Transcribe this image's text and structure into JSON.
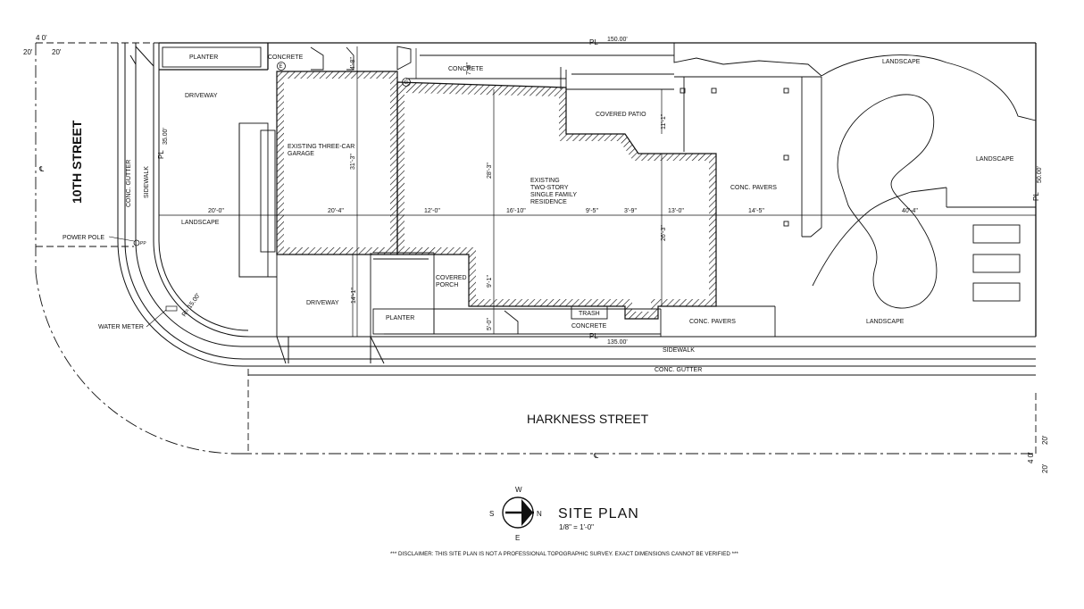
{
  "plan": {
    "title": "SITE PLAN",
    "scale": "1/8\" = 1'-0\"",
    "disclaimer": "*** DISCLAIMER: THIS SITE PLAN IS NOT A PROFESSIONAL TOPOGRAPHIC SURVEY. EXACT DIMENSIONS CANNOT BE VERIFIED ***"
  },
  "compass": {
    "north": "N",
    "south": "S",
    "east": "E",
    "west": "W"
  },
  "streets": {
    "side": "10TH STREET",
    "front": "HARKNESS STREET"
  },
  "right_of_way": {
    "tl_4": "4 0'",
    "tl_20a": "20'",
    "tl_20b": "20'",
    "br_4": "4 0'",
    "br_20a": "20'",
    "br_20b": "20'"
  },
  "property_lines": {
    "top_pl": "PL",
    "top_len": "150.00'",
    "bottom_pl": "PL",
    "bottom_len": "135.00'",
    "left_pl": "PL",
    "left_len": "35.00'",
    "right_pl": "PL",
    "right_len": "50.00'"
  },
  "labels": {
    "planter_top": "PLANTER",
    "concrete_top_left": "CONCRETE",
    "concrete_top": "CONCRETE",
    "landscape_top_right": "LANDSCAPE",
    "driveway_top": "DRIVEWAY",
    "garage": [
      "EXISTING THREE-CAR",
      "GARAGE"
    ],
    "residence": [
      "EXISTING",
      "TWO-STORY",
      "SINGLE FAMILY",
      "RESIDENCE"
    ],
    "covered_patio": "COVERED PATIO",
    "conc_pavers_right": "CONC. PAVERS",
    "landscape_right": "LANDSCAPE",
    "landscape_left": "LANDSCAPE",
    "sidewalk_left": "SIDEWALK",
    "conc_gutter_left": "CONC. GUTTER",
    "power_pole": "POWER POLE",
    "water_meter": "WATER METER",
    "radius": "R= 15.00'",
    "driveway_bottom": "DRIVEWAY",
    "planter_bottom": "PLANTER",
    "covered_porch": [
      "COVERED",
      "PORCH"
    ],
    "trash": "TRASH",
    "concrete_bottom": "CONCRETE",
    "conc_pavers_bottom": "CONC. PAVERS",
    "landscape_bottom": "LANDSCAPE",
    "sidewalk_bottom": "SIDEWALK",
    "conc_gutter_bottom": "CONC. GUTTER",
    "meter_e": "E",
    "meter_g": "G",
    "pp": "PP"
  },
  "dimensions": {
    "d_20_0": "20'-0\"",
    "d_20_4": "20'-4\"",
    "d_12_0": "12'-0\"",
    "d_16_10": "16'-10\"",
    "d_9_5": "9'-5\"",
    "d_3_9": "3'-9\"",
    "d_13_0": "13'-0\"",
    "d_14_5": "14'-5\"",
    "d_40_4": "40'-4\"",
    "v_4_8": "4'-8\"",
    "v_7_8": "7'-8\"",
    "v_31_3": "31'-3\"",
    "v_28_3": "28'-3\"",
    "v_11_1": "11'-1\"",
    "v_26_3": "26'-3\"",
    "v_14_1": "14'-1\"",
    "v_9_1": "9'-1\"",
    "v_5_0": "5'-0\""
  }
}
